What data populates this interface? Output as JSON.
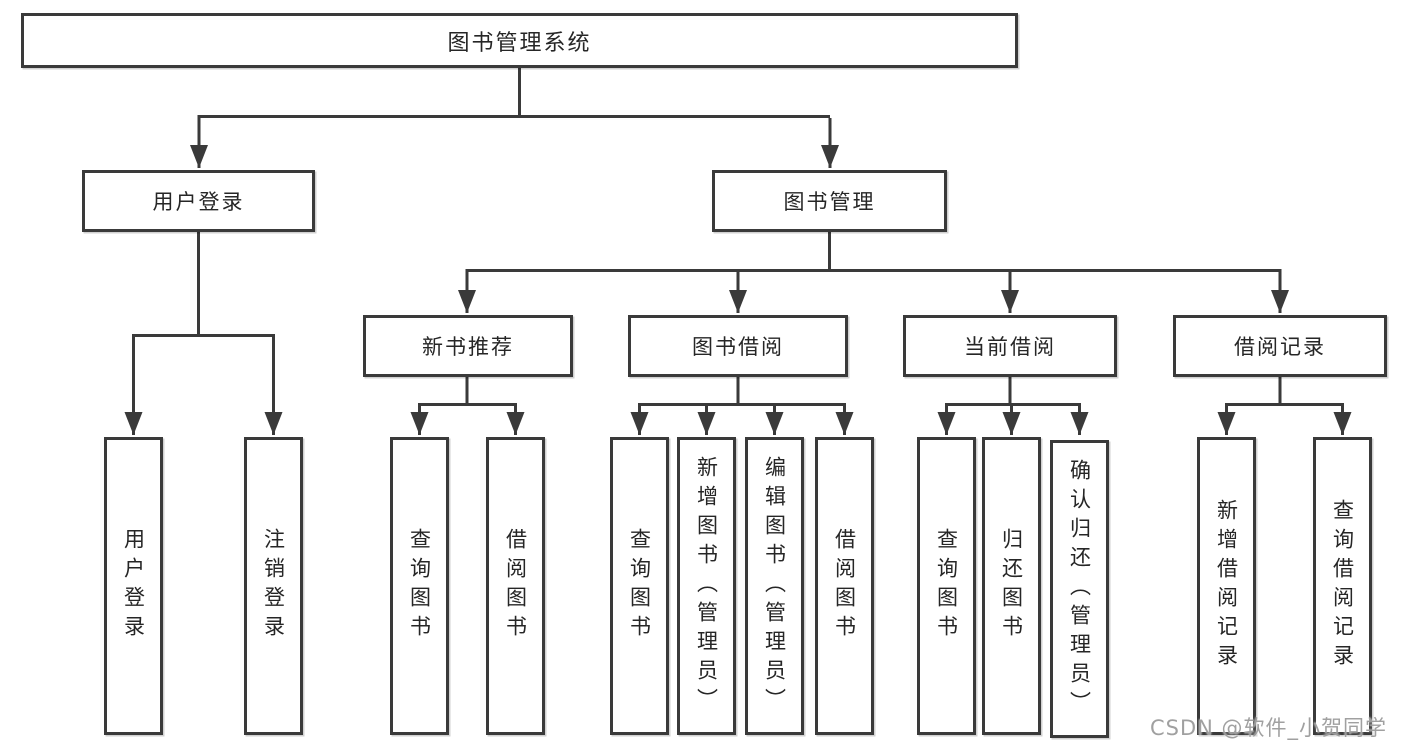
{
  "tree": {
    "root": "图书管理系统",
    "level2": [
      "用户登录",
      "图书管理"
    ],
    "login_children": [
      "用户登录",
      "注销登录"
    ],
    "level3": [
      "新书推荐",
      "图书借阅",
      "当前借阅",
      "借阅记录"
    ],
    "new_book_children": [
      "查询图书",
      "借阅图书"
    ],
    "book_borrow_children": [
      "查询图书",
      "新增图书（管理员）",
      "编辑图书（管理员）",
      "借阅图书"
    ],
    "current_borrow_children": [
      "查询图书",
      "归还图书",
      "确认归还（管理员）"
    ],
    "record_children": [
      "新增借阅记录",
      "查询借阅记录"
    ]
  },
  "watermark": "CSDN @软件_小贺同学",
  "colors": {
    "line": "#3a3a3a",
    "box_border": "#3a3a3a",
    "text": "#262626",
    "background": "#ffffff",
    "watermark": "#9b9b9b"
  }
}
